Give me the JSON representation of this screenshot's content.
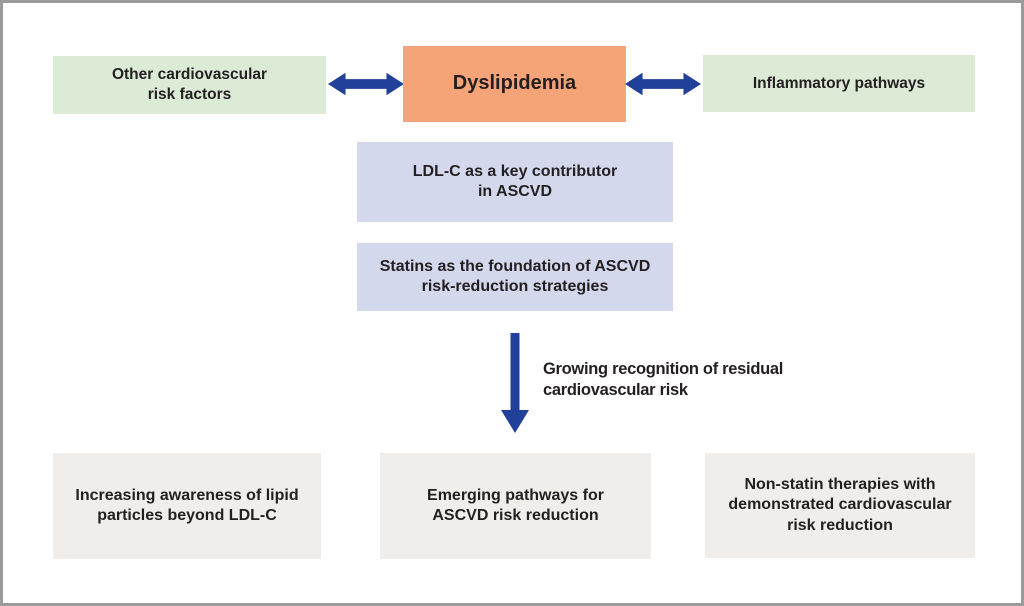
{
  "colors": {
    "green": "#dcebd6",
    "orange": "#f5a478",
    "lavender": "#d4d8ed",
    "light-gray": "#f0edeb",
    "arrow-blue": "#21409a",
    "text": "#231f20"
  },
  "boxes": {
    "risk_factors": {
      "line1": "Other cardiovascular",
      "line2": "risk factors"
    },
    "dyslipidemia": {
      "label": "Dyslipidemia"
    },
    "inflammatory": {
      "label": "Inflammatory pathways"
    },
    "ldlc": {
      "line1": "LDL-C as a key contributor",
      "line2": "in ASCVD"
    },
    "statins": {
      "line1": "Statins as the foundation of ASCVD",
      "line2": "risk-reduction strategies"
    },
    "residual_risk_label": {
      "line1": "Growing recognition of residual",
      "line2": "cardiovascular risk"
    },
    "lipid_particles": {
      "line1": "Increasing awareness of lipid",
      "line2": "particles beyond LDL-C"
    },
    "emerging_pathways": {
      "line1": "Emerging pathways for",
      "line2": "ASCVD risk reduction"
    },
    "nonstatin": {
      "line1": "Non-statin therapies with",
      "line2": "demonstrated cardiovascular",
      "line3": "risk reduction"
    }
  },
  "icons": {
    "left_arrow": "double-headed-horizontal-arrow",
    "right_arrow": "double-headed-horizontal-arrow",
    "down_arrow": "downward-arrow"
  }
}
